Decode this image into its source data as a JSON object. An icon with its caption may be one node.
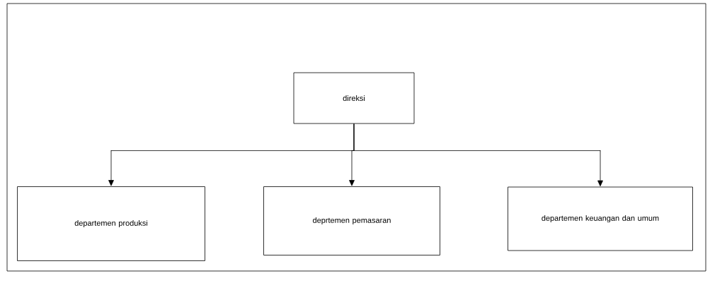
{
  "diagram": {
    "nodes": [
      {
        "text": [
          "direksi"
        ]
      },
      {
        "text": [
          "departemen produksi"
        ]
      },
      {
        "text": [
          "deprtemen pemasaran"
        ]
      },
      {
        "text": [
          "departemen keuangan dan umum"
        ]
      }
    ],
    "edges": [
      {
        "from": 0,
        "to": 1,
        "arrow": "to"
      },
      {
        "from": 0,
        "to": 2,
        "arrow": "to"
      },
      {
        "from": 0,
        "to": 3,
        "arrow": "to"
      }
    ]
  }
}
